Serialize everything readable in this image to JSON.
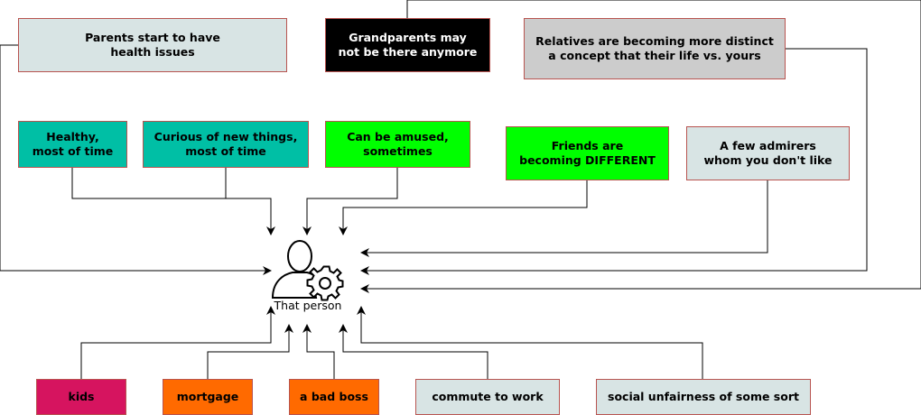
{
  "center": {
    "label": "That person"
  },
  "boxes": {
    "parents_health": "Parents start to have\nhealth issues",
    "grandparents": "Grandparents may\nnot be there anymore",
    "relatives": "Relatives are becoming more distinct\na concept that their life vs. yours",
    "healthy": "Healthy,\nmost of time",
    "curious": "Curious of new things,\nmost of time",
    "amused": "Can be amused,\nsometimes",
    "friends": "Friends are\nbecoming DIFFERENT",
    "admirers": "A few admirers\nwhom you don't like",
    "kids": "kids",
    "mortgage": "mortgage",
    "boss": "a bad boss",
    "commute": "commute to work",
    "unfairness": "social unfairness of some sort"
  },
  "colors": {
    "grey_fill": "#d8e4e4",
    "black_fill": "#000000",
    "silver_fill": "#cccccc",
    "teal_fill": "#00bfa5",
    "green_fill": "#00ff00",
    "magenta_fill": "#d6145f",
    "orange_fill": "#ff6a00",
    "border": "#b85450"
  }
}
